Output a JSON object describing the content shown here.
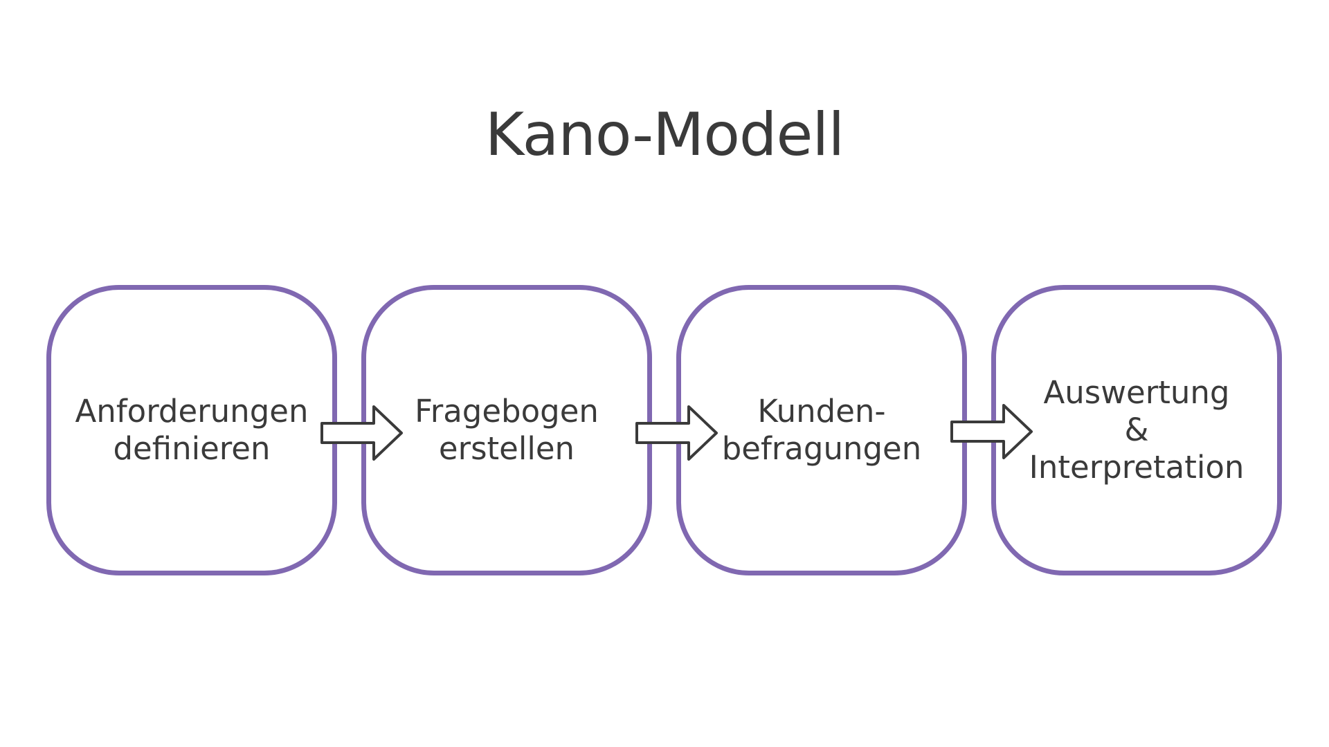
{
  "title": "Kano-Modell",
  "colors": {
    "box_border": "#8068b1",
    "text": "#3a3a3a",
    "arrow_stroke": "#3a3a3a",
    "arrow_fill": "#ffffff",
    "background": "#ffffff"
  },
  "steps": [
    {
      "label": "Anforderungen\ndefinieren"
    },
    {
      "label": "Fragebogen\nerstellen"
    },
    {
      "label": "Kunden-\nbefragungen"
    },
    {
      "label": "Auswertung\n&\nInterpretation"
    }
  ],
  "connectors": [
    {
      "from": 1,
      "to": 2,
      "icon": "right-arrow-icon"
    },
    {
      "from": 2,
      "to": 3,
      "icon": "right-arrow-icon"
    },
    {
      "from": 3,
      "to": 4,
      "icon": "right-arrow-icon"
    }
  ]
}
